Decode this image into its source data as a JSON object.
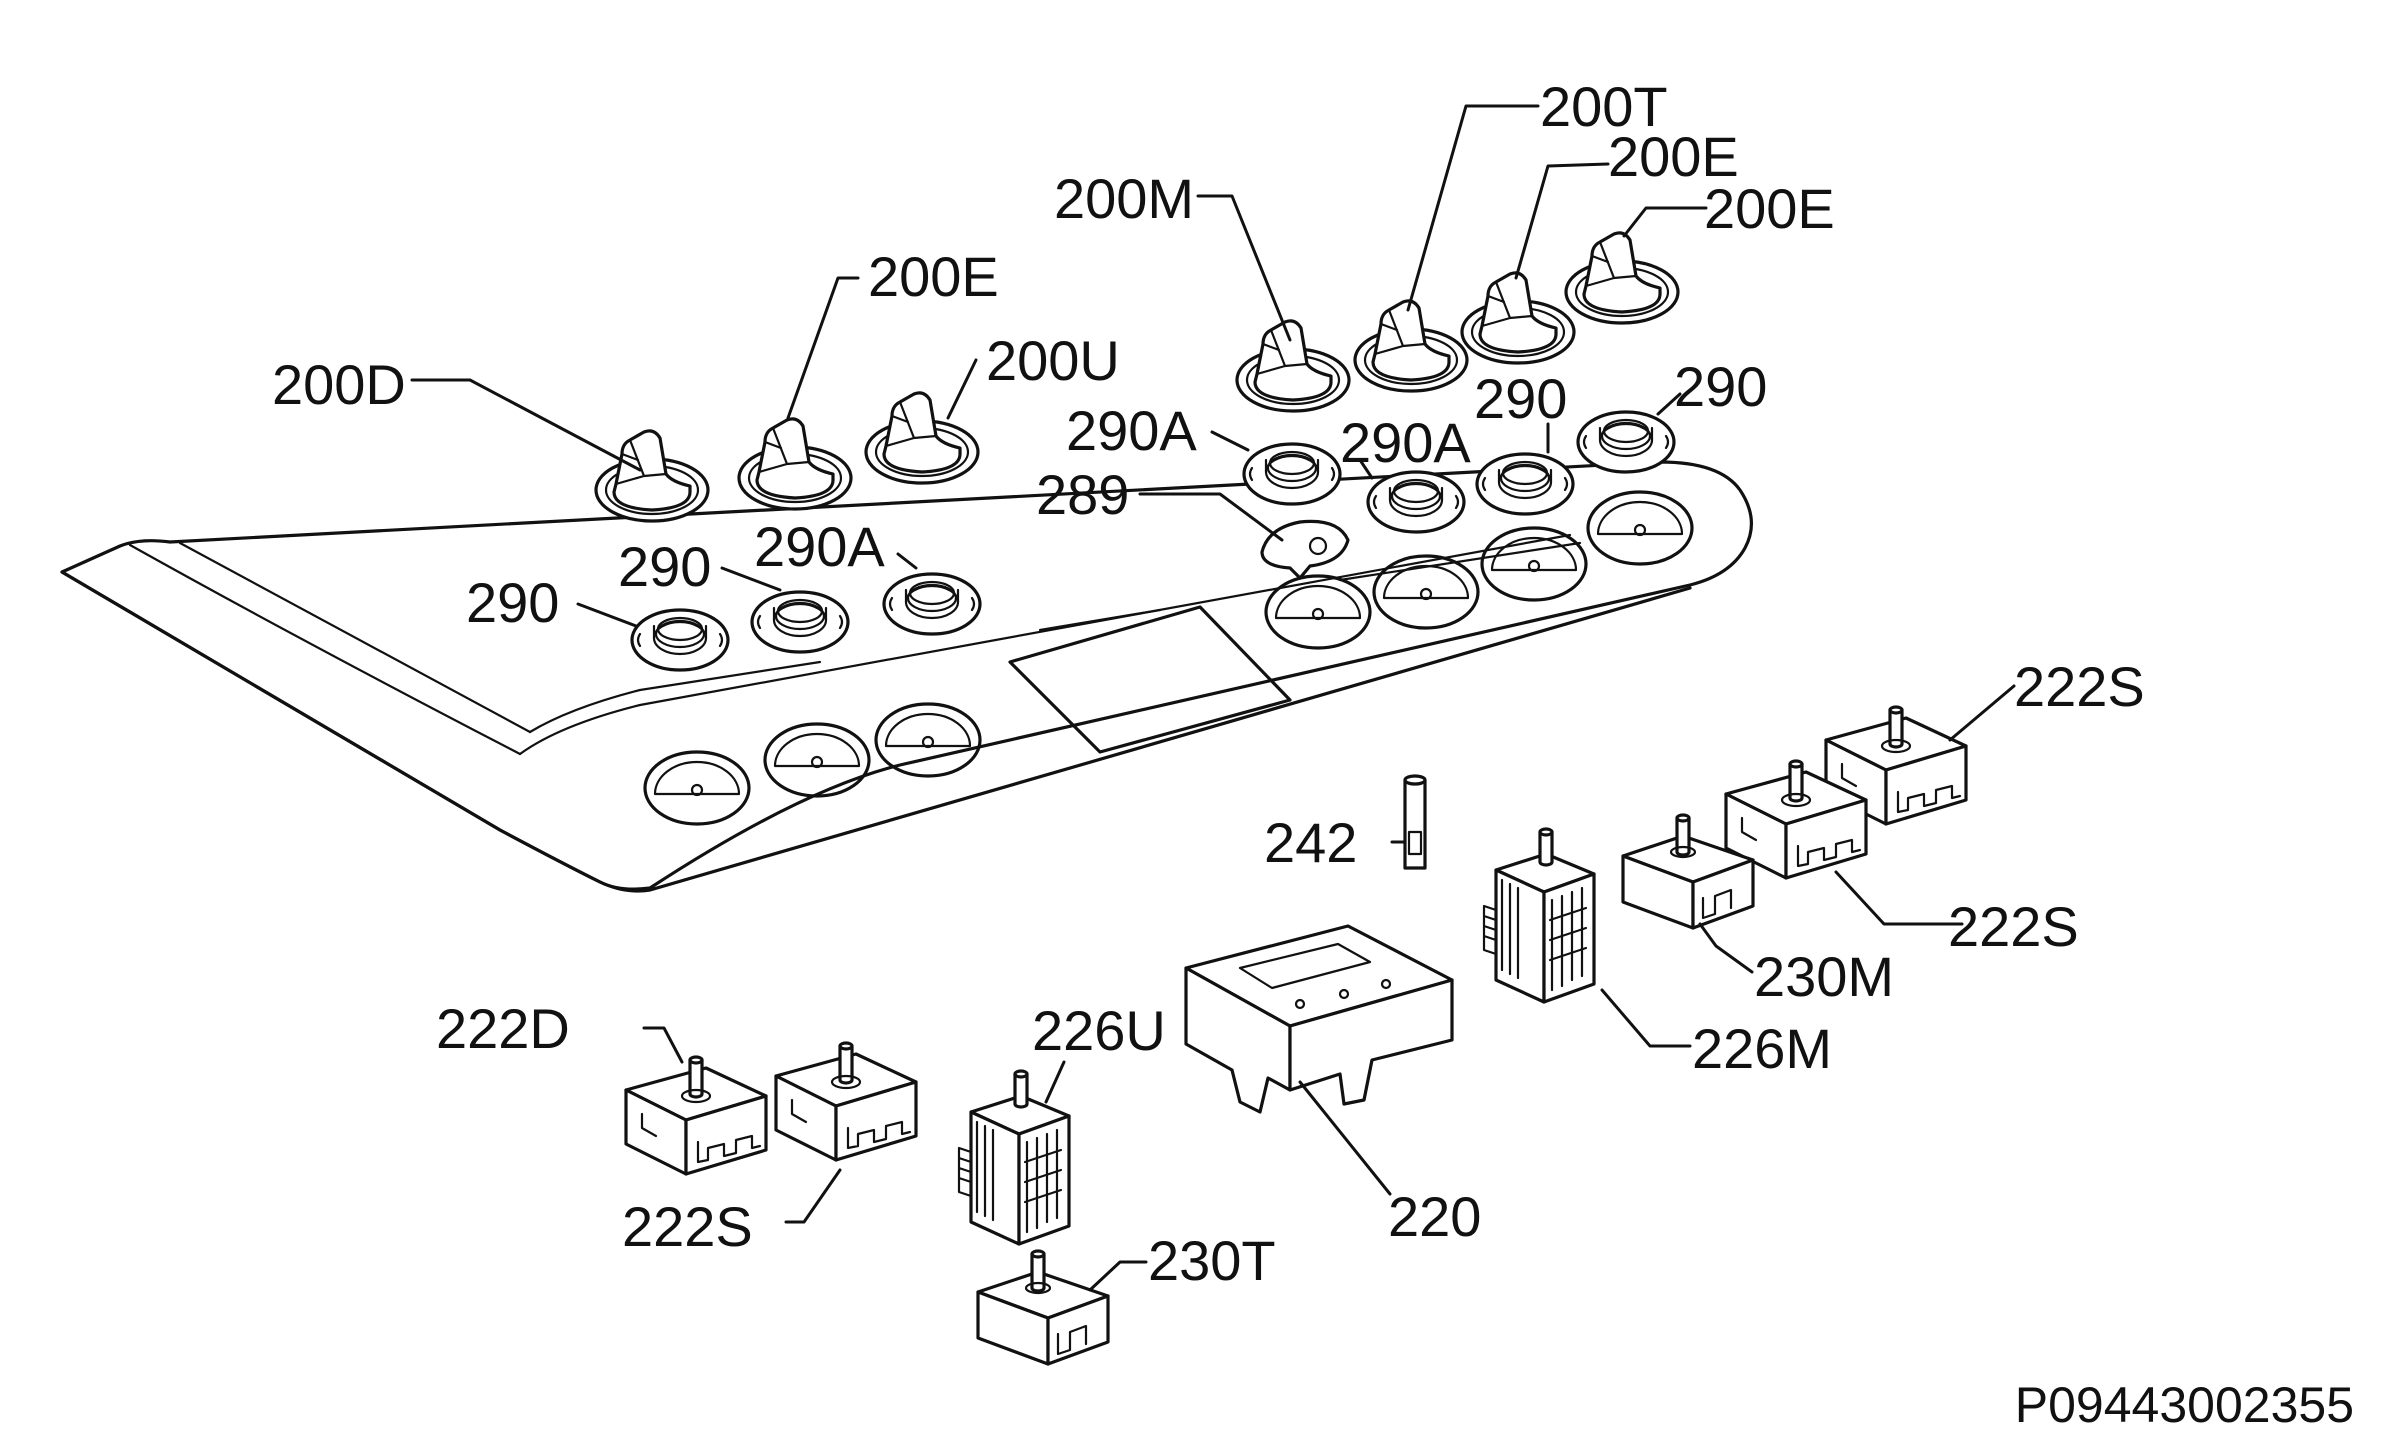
{
  "labels": {
    "l_200D": "200D",
    "l_200E_a": "200E",
    "l_200U": "200U",
    "l_200M": "200M",
    "l_200T": "200T",
    "l_200E_b": "200E",
    "l_200E_c": "200E",
    "l_290A_a": "290A",
    "l_290A_b": "290A",
    "l_290_a": "290",
    "l_290_b": "290",
    "l_289": "289",
    "l_290_c": "290",
    "l_290_d": "290",
    "l_290A_c": "290A",
    "l_222S_a": "222S",
    "l_242": "242",
    "l_222S_b": "222S",
    "l_230M": "230M",
    "l_226M": "226M",
    "l_222D": "222D",
    "l_226U": "226U",
    "l_222S_c": "222S",
    "l_220": "220",
    "l_230T": "230T"
  },
  "drawing_code": "P09443002355"
}
